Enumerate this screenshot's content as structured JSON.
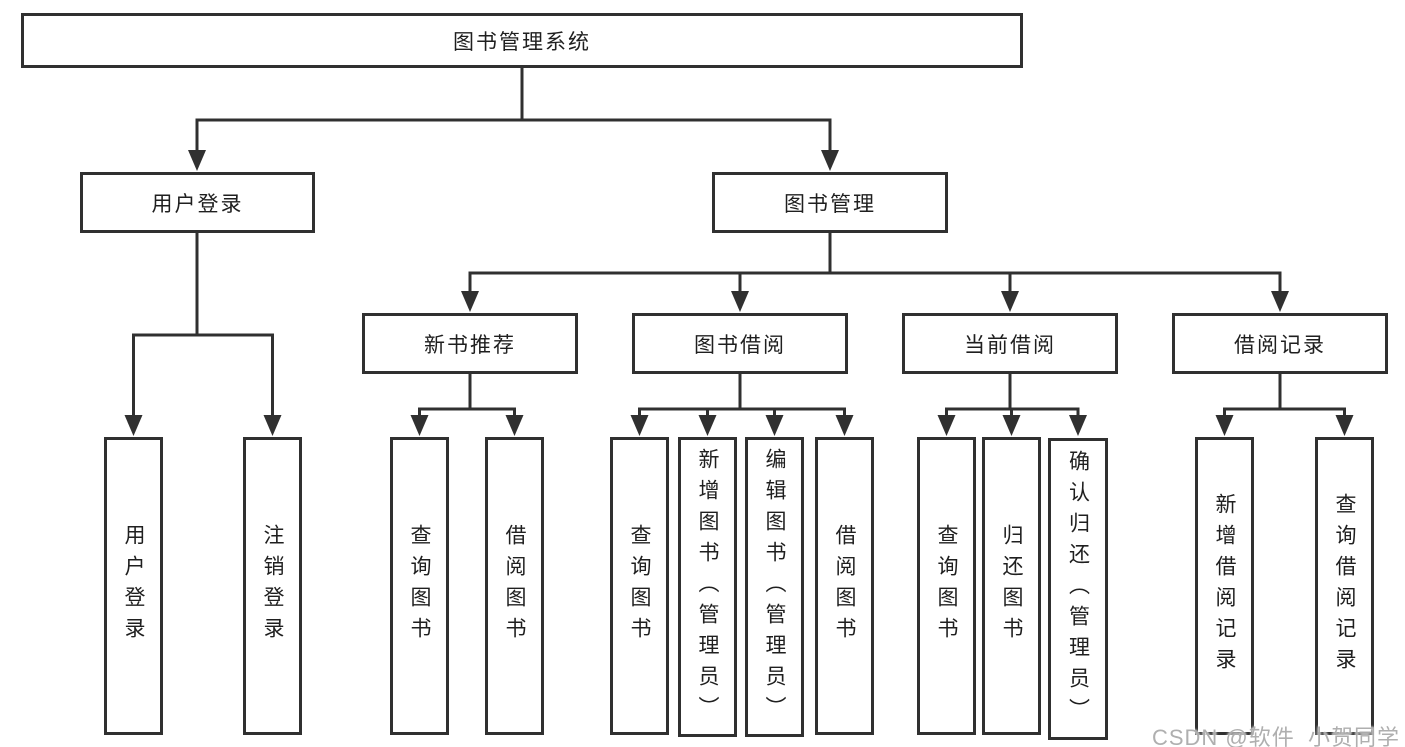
{
  "title": "图书管理系统",
  "level2": {
    "login": "用户登录",
    "manage": "图书管理"
  },
  "level3": {
    "recommend": "新书推荐",
    "borrow": "图书借阅",
    "current": "当前借阅",
    "records": "借阅记录"
  },
  "leaves": {
    "login_user": "用户登录",
    "login_logout": "注销登录",
    "rec_query": "查询图书",
    "rec_borrow": "借阅图书",
    "bor_query": "查询图书",
    "bor_add": "新增图书（管理员）",
    "bor_edit": "编辑图书（管理员）",
    "bor_borrow": "借阅图书",
    "cur_query": "查询图书",
    "cur_return": "归还图书",
    "cur_confirm": "确认归还（管理员）",
    "rcd_add": "新增借阅记录",
    "rcd_query": "查询借阅记录"
  },
  "watermark": "CSDN @软件_小贺同学",
  "colors": {
    "line": "#303030",
    "text": "#1f1f1f",
    "watermark": "#a8a8a8",
    "background": "#ffffff"
  }
}
